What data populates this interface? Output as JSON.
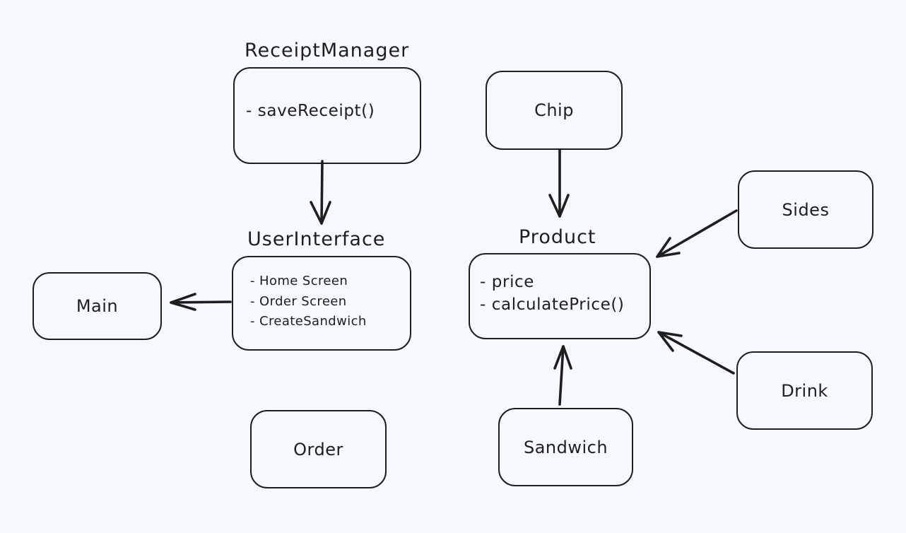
{
  "diagram": {
    "background": "#f5f9fd",
    "stroke_color": "#1e1e1e",
    "nodes": {
      "receipt_manager": {
        "title": "ReceiptManager",
        "members": [
          "- saveReceipt()"
        ]
      },
      "user_interface": {
        "title": "UserInterface",
        "members": [
          "- Home Screen",
          "- Order Screen",
          "- CreateSandwich"
        ]
      },
      "product": {
        "title": "Product",
        "members": [
          "- price",
          "- calculatePrice()"
        ]
      },
      "main": {
        "label": "Main"
      },
      "chip": {
        "label": "Chip"
      },
      "sides": {
        "label": "Sides"
      },
      "drink": {
        "label": "Drink"
      },
      "sandwich": {
        "label": "Sandwich"
      },
      "order": {
        "label": "Order"
      }
    },
    "edges": [
      {
        "from": "receipt_manager",
        "to": "user_interface"
      },
      {
        "from": "user_interface",
        "to": "main"
      },
      {
        "from": "chip",
        "to": "product"
      },
      {
        "from": "sides",
        "to": "product"
      },
      {
        "from": "drink",
        "to": "product"
      },
      {
        "from": "sandwich",
        "to": "product"
      }
    ]
  }
}
